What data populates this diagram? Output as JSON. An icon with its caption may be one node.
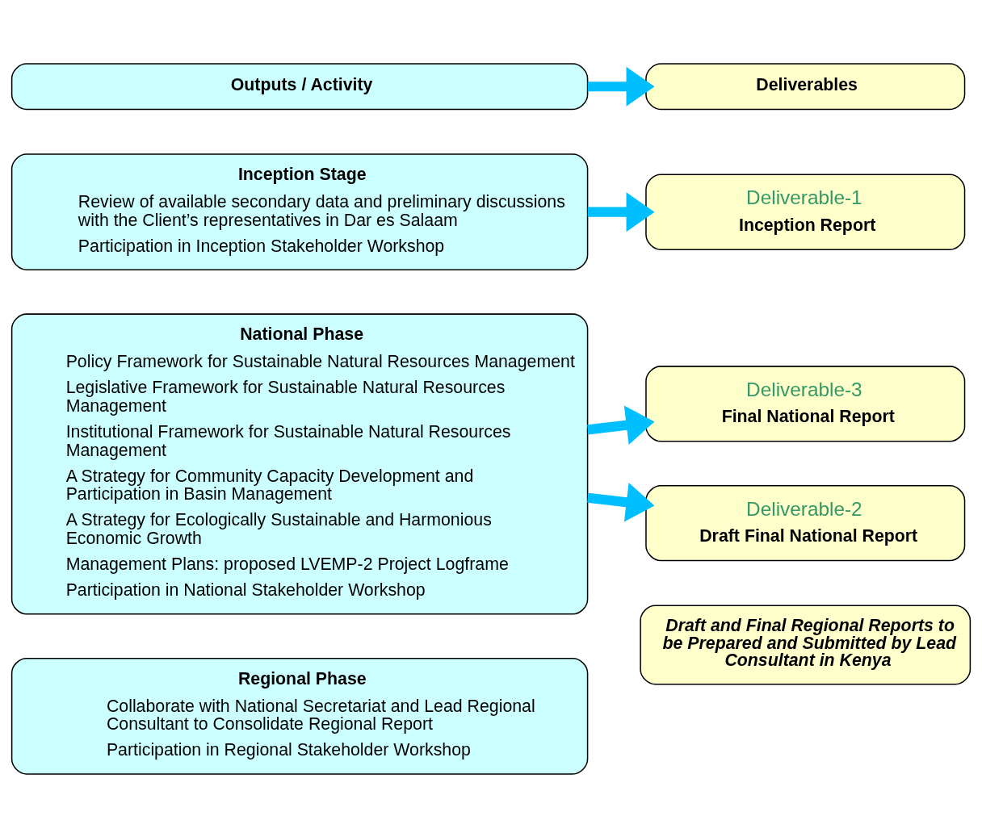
{
  "diagram": {
    "nodes": [
      {
        "text": [
          "Outputs / Activity"
        ]
      },
      {
        "text": [
          "Deliverables"
        ]
      },
      {
        "text": [
          "Inception Stage",
          "Review of available secondary data and preliminary discussions with the Client’s representatives in Dar es Salaam",
          "Participation in Inception Stakeholder Workshop"
        ]
      },
      {
        "text": [
          "Deliverable-1",
          "Inception Report"
        ]
      },
      {
        "text": [
          "National Phase",
          "Policy Framework for Sustainable Natural Resources Management",
          "Legislative Framework for Sustainable Natural Resources Management",
          "Institutional Framework for Sustainable Natural Resources Management",
          "A Strategy for Community Capacity Development and Participation in Basin Management",
          "A Strategy for Ecologically Sustainable and Harmonious Economic Growth",
          "Management Plans: proposed LVEMP-2 Project Logframe",
          "Participation in National Stakeholder Workshop"
        ]
      },
      {
        "text": [
          "Deliverable-2",
          "Draft Final National Report"
        ]
      },
      {
        "text": [
          "Deliverable-3",
          "Final National Report"
        ]
      },
      {
        "text": [
          "Regional Phase",
          "Collaborate with National Secretariat and Lead Regional Consultant to Consolidate Regional Report",
          "Participation in Regional Stakeholder Workshop"
        ]
      },
      {
        "text": [
          "Draft and Final Regional Reports to be Prepared and Submitted by Lead Consultant in Kenya"
        ]
      }
    ],
    "edges": [
      {
        "from": 0,
        "to": 1,
        "arrow": "to"
      },
      {
        "from": 2,
        "to": 3,
        "arrow": "to"
      },
      {
        "from": 4,
        "to": 5,
        "arrow": "to"
      },
      {
        "from": 4,
        "to": 6,
        "arrow": "to"
      }
    ]
  }
}
